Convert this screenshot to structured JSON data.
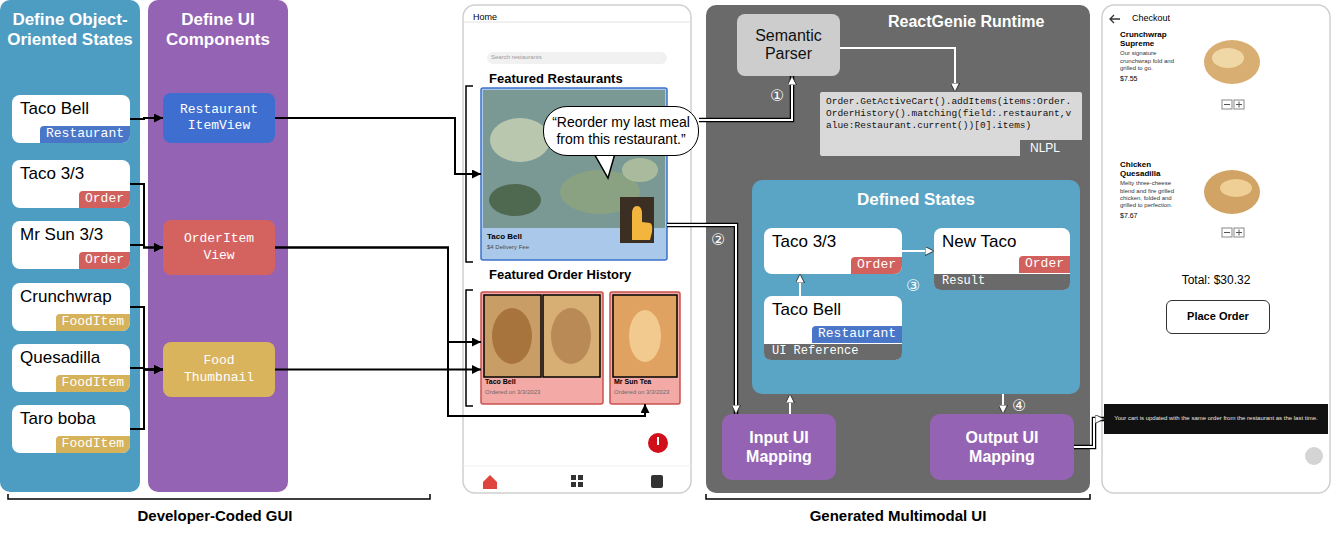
{
  "diagram": {
    "nodes": [
      {
        "text": [
          "Define Object-Oriented States"
        ]
      },
      {
        "text": [
          "Taco Bell",
          "Restaurant"
        ],
        "in": 0
      },
      {
        "text": [
          "Taco 3/3",
          "Order"
        ],
        "in": 0
      },
      {
        "text": [
          "Mr Sun 3/3",
          "Order"
        ],
        "in": 0
      },
      {
        "text": [
          "Crunchwrap",
          "FoodItem"
        ],
        "in": 0
      },
      {
        "text": [
          "Quesadilla",
          "FoodItem"
        ],
        "in": 0
      },
      {
        "text": [
          "Taro boba",
          "FoodItem"
        ],
        "in": 0
      },
      {
        "text": [
          "Define UI Components"
        ]
      },
      {
        "text": [
          "Restaurant ItemView"
        ],
        "in": 7
      },
      {
        "text": [
          "OrderItem View"
        ],
        "in": 7
      },
      {
        "text": [
          "Food Thumbnail"
        ],
        "in": 7
      },
      {
        "text": [
          "Home",
          "Search restaurants",
          "Featured Restaurants",
          "Featured Order History"
        ]
      },
      {
        "text": [
          "Taco Bell",
          "$4 Delivery Fee"
        ],
        "in": 11
      },
      {
        "text": [
          "“Reorder my last meal from this restaurant.”"
        ],
        "in": 11
      },
      {
        "text": [
          "Taco Bell",
          "Ordered on 3/3/2023"
        ],
        "in": 11
      },
      {
        "text": [
          "Mr Sun Tea",
          "Ordered on 3/3/2023"
        ],
        "in": 11
      },
      {
        "text": [
          "ReactGenie Runtime"
        ]
      },
      {
        "text": [
          "Semantic Parser"
        ],
        "in": 16
      },
      {
        "text": [
          "Order.GetActiveCart().addItems(items:Order.OrderHistory().matching(field:.restaurant,value:Restaurant.current())[0].items)",
          "NLPL"
        ],
        "in": 16
      },
      {
        "text": [
          "Defined States"
        ],
        "in": 16
      },
      {
        "text": [
          "Taco 3/3",
          "Order"
        ],
        "in": 19
      },
      {
        "text": [
          "New Taco",
          "Order",
          "Result"
        ],
        "in": 19
      },
      {
        "text": [
          "Taco Bell",
          "Restaurant",
          "UI Reference"
        ],
        "in": 19
      },
      {
        "text": [
          "Input UI Mapping"
        ],
        "in": 16
      },
      {
        "text": [
          "Output UI Mapping"
        ],
        "in": 16
      },
      {
        "text": [
          "Checkout",
          "Total: $30.32"
        ]
      },
      {
        "text": [
          "Crunchwrap Supreme",
          "Our signature crunchwrap fold and grilled to go.",
          "$7.55"
        ],
        "in": 25
      },
      {
        "text": [
          "Chicken Quesadilla",
          "Melty three-cheese blend and fire grilled chicken, folded and grilled to perfection.",
          "$7.67"
        ],
        "in": 25
      },
      {
        "text": [
          "Place Order"
        ],
        "in": 25
      },
      {
        "text": [
          "Your cart is updated with the same order from the restaurant as the last time."
        ],
        "in": 25
      }
    ],
    "edges": [
      {
        "from": 1,
        "to": 8,
        "arrow": "to"
      },
      {
        "from": 2,
        "to": 9,
        "arrow": "to"
      },
      {
        "from": 3,
        "to": 9,
        "arrow": "to"
      },
      {
        "from": 4,
        "to": 10,
        "arrow": "to"
      },
      {
        "from": 5,
        "to": 10,
        "arrow": "to"
      },
      {
        "from": 6,
        "to": 10,
        "arrow": "to"
      },
      {
        "from": 8,
        "to": 12,
        "arrow": "to"
      },
      {
        "from": 9,
        "to": 14,
        "arrow": "to"
      },
      {
        "from": 9,
        "to": 15,
        "arrow": "to"
      },
      {
        "from": 10,
        "to": 14,
        "arrow": "to"
      },
      {
        "from": 13,
        "to": 17,
        "arrow": "to"
      },
      {
        "from": 17,
        "to": 18,
        "arrow": "to"
      },
      {
        "from": 12,
        "to": 23,
        "arrow": "to"
      },
      {
        "from": 23,
        "to": 19,
        "arrow": "to"
      },
      {
        "from": 22,
        "to": 20,
        "arrow": "to"
      },
      {
        "from": 20,
        "to": 21,
        "arrow": "to"
      },
      {
        "from": 19,
        "to": 24,
        "arrow": "to"
      },
      {
        "from": 24,
        "to": 29,
        "arrow": "to"
      }
    ],
    "labels": [
      "①",
      "②",
      "③",
      "④",
      "Developer-Coded GUI",
      "Generated Multimodal UI"
    ]
  }
}
